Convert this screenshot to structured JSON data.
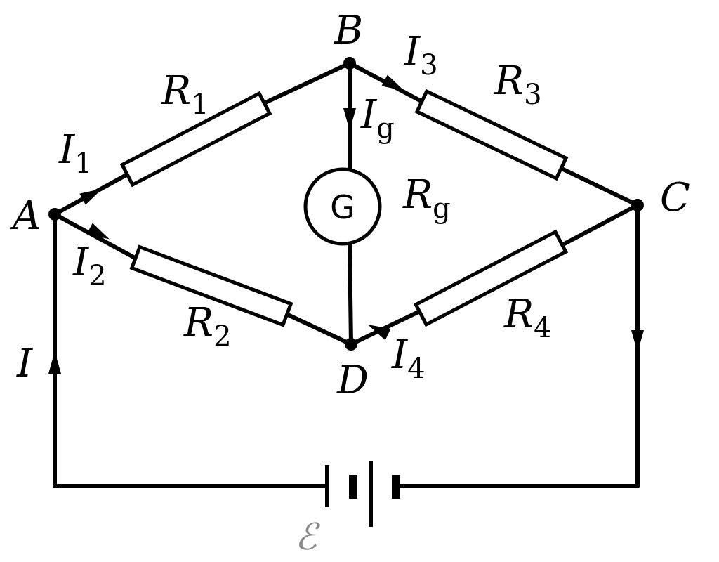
{
  "nodes": {
    "A": "A",
    "B": "B",
    "C": "C",
    "D": "D"
  },
  "resistors": {
    "r1": {
      "main": "R",
      "sub": "1"
    },
    "r2": {
      "main": "R",
      "sub": "2"
    },
    "r3": {
      "main": "R",
      "sub": "3"
    },
    "r4": {
      "main": "R",
      "sub": "4"
    },
    "rg": {
      "main": "R",
      "sub": "g"
    }
  },
  "currents": {
    "i": {
      "main": "I"
    },
    "i1": {
      "main": "I",
      "sub": "1"
    },
    "i2": {
      "main": "I",
      "sub": "2"
    },
    "i3": {
      "main": "I",
      "sub": "3"
    },
    "i4": {
      "main": "I",
      "sub": "4"
    },
    "ig": {
      "main": "I",
      "sub": "g"
    }
  },
  "galvanometer": {
    "label": "G"
  },
  "battery": {
    "label": "ℰ"
  }
}
